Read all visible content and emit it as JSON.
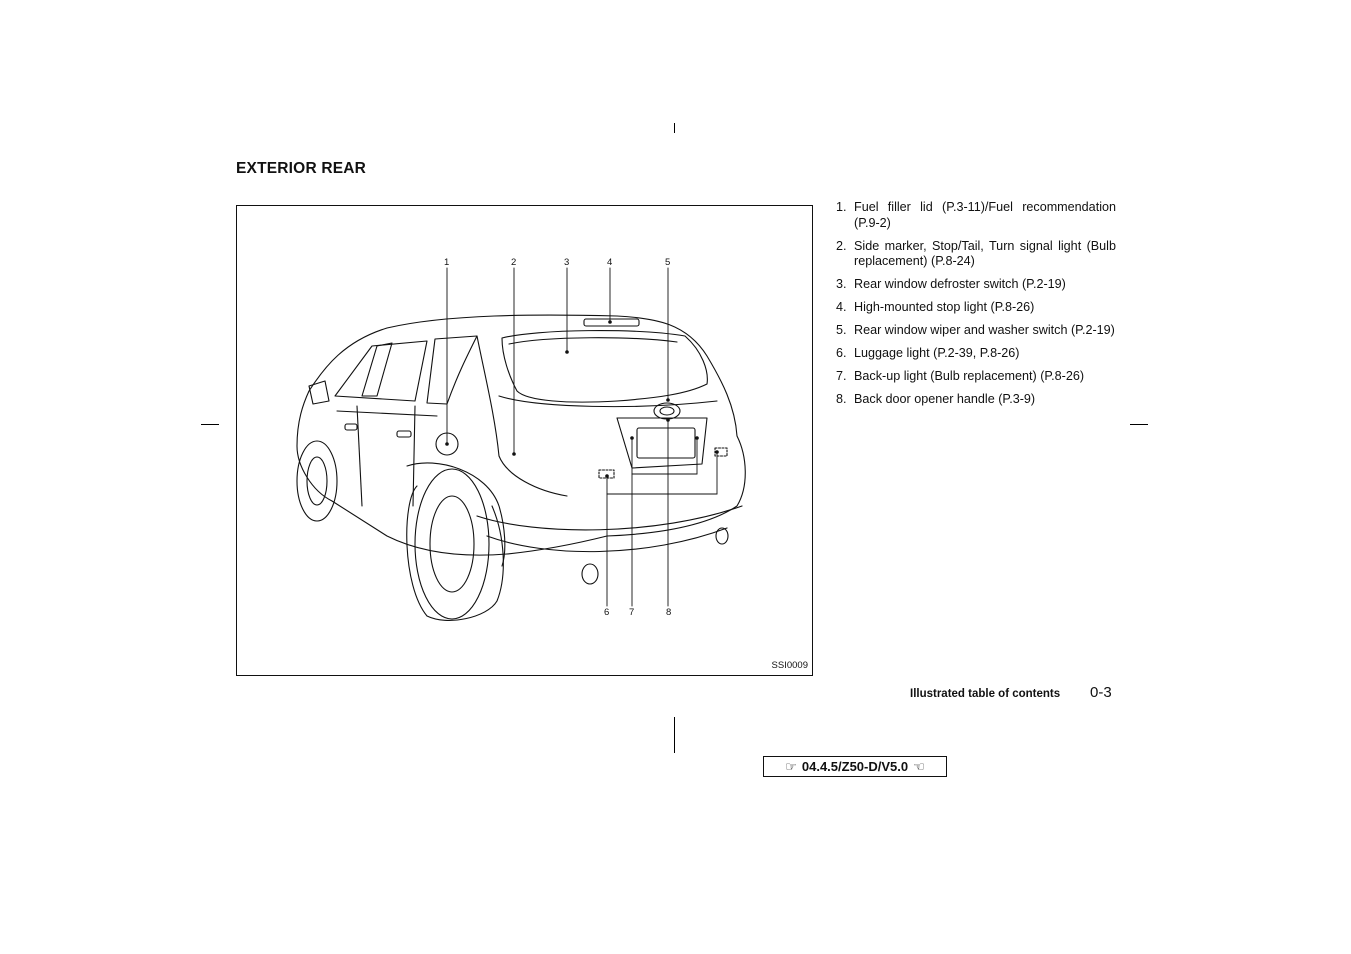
{
  "page": {
    "title": "EXTERIOR REAR",
    "figure_code": "SSI0009",
    "footer_section": "Illustrated table of contents",
    "footer_page": "0-3",
    "version": "04.4.5/Z50-D/V5.0"
  },
  "callouts": [
    "1",
    "2",
    "3",
    "4",
    "5",
    "6",
    "7",
    "8"
  ],
  "legend": [
    {
      "num": "1.",
      "text": "Fuel filler lid (P.3-11)/Fuel recommendation (P.9-2)"
    },
    {
      "num": "2.",
      "text": "Side marker, Stop/Tail, Turn signal light (Bulb replacement) (P.8-24)"
    },
    {
      "num": "3.",
      "text": "Rear window defroster switch (P.2-19)"
    },
    {
      "num": "4.",
      "text": "High-mounted stop light (P.8-26)"
    },
    {
      "num": "5.",
      "text": "Rear window wiper and washer switch (P.2-19)"
    },
    {
      "num": "6.",
      "text": "Luggage light (P.2-39, P.8-26)"
    },
    {
      "num": "7.",
      "text": "Back-up light (Bulb replacement) (P.8-26)"
    },
    {
      "num": "8.",
      "text": "Back door opener handle (P.3-9)"
    }
  ],
  "icons": {
    "left": "pointing-hand-right-icon",
    "right": "pointing-hand-left-icon"
  }
}
